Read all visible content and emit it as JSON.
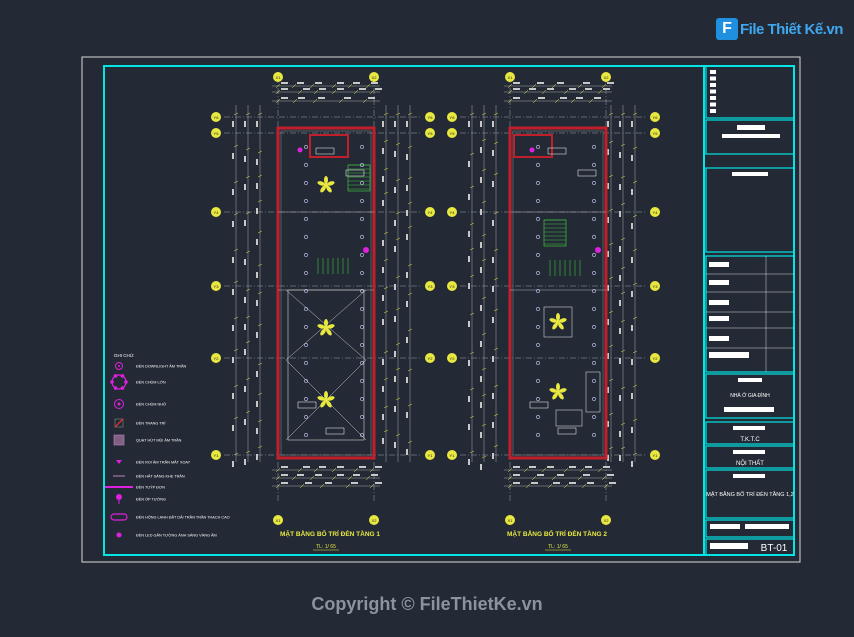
{
  "watermark": {
    "logo_letter": "F",
    "logo_text": "File Thiết Kế.vn"
  },
  "copyright": "Copyright © FileThietKe.vn",
  "plans": {
    "floor1": {
      "title": "MẶT BẰNG BỐ TRÍ ĐÈN TẦNG 1",
      "scale": "TL: 1/ 65"
    },
    "floor2": {
      "title": "MẶT BẰNG BỐ TRÍ ĐÈN TẦNG 2",
      "scale": "TL: 1/ 65"
    }
  },
  "legend": {
    "title": "GHI CHÚ:",
    "items": [
      "ĐÈN DOWNLIGHT ÂM TRẦN",
      "ĐÈN CHÙM LỚN",
      "ĐÈN CHÙM NHỎ",
      "ĐÈN TRANG TRÍ",
      "QUẠT HÚT MÙI ÂM TRẦN",
      "ĐÈN ROI ÂM TRẦN MẮT XOAY",
      "ĐÈN HẮT SÁNG KHE TRẦN",
      "ĐÈN TUÝP ĐƠN",
      "ĐÈN ỐP TƯỜNG",
      "ĐÈN HỘNG LANH ĐẶT DẢI TRẦN TRẦN THẠCH CAO",
      "ĐÈN LED GẮN TƯỜNG ÁNH SÁNG VÀNG ẤM"
    ]
  },
  "title_block": {
    "company": "NHÀ Ở GIA ĐÌNH",
    "stage": "T.K.T.C",
    "category": "NỘI THẤT",
    "drawing_name": "MẶT BẰNG BỐ TRÍ ĐÈN TẦNG 1,2",
    "sheet": "BT-01"
  },
  "colors": {
    "background": "#232a35",
    "frame": "#00e5e5",
    "wall": "#c0202c",
    "symbol": "#e020e0",
    "fixture": "#e8e840",
    "stair": "#40c040",
    "dimension": "#c8c8c8"
  }
}
